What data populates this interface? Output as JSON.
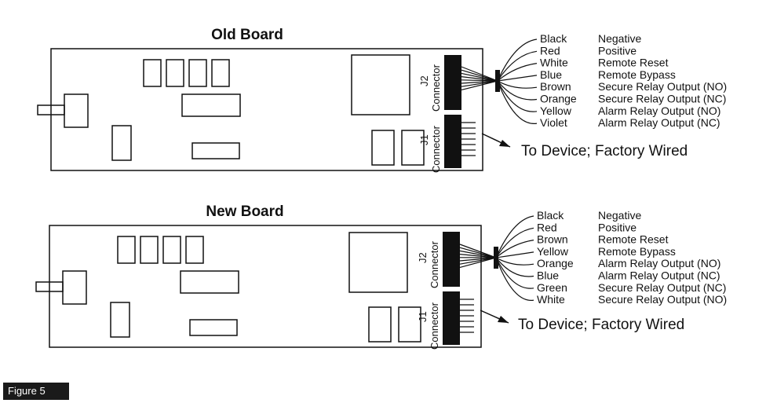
{
  "old_board": {
    "title": "Old Board",
    "connector_top": "Connector",
    "connector_top_id": "J2",
    "connector_bottom": "Connector",
    "connector_bottom_id": "J1",
    "callout": "To Device; Factory Wired",
    "wires": [
      {
        "color": "Black",
        "function": "Negative"
      },
      {
        "color": "Red",
        "function": "Positive"
      },
      {
        "color": "White",
        "function": "Remote Reset"
      },
      {
        "color": "Blue",
        "function": "Remote Bypass"
      },
      {
        "color": "Brown",
        "function": "Secure Relay Output (NO)"
      },
      {
        "color": "Orange",
        "function": "Secure Relay Output (NC)"
      },
      {
        "color": "Yellow",
        "function": "Alarm Relay Output (NO)"
      },
      {
        "color": "Violet",
        "function": "Alarm Relay Output (NC)"
      }
    ]
  },
  "new_board": {
    "title": "New Board",
    "connector_top": "Connector",
    "connector_top_id": "J2",
    "connector_bottom": "Connector",
    "connector_bottom_id": "J1",
    "callout": "To Device; Factory Wired",
    "wires": [
      {
        "color": "Black",
        "function": "Negative"
      },
      {
        "color": "Red",
        "function": "Positive"
      },
      {
        "color": "Brown",
        "function": "Remote Reset"
      },
      {
        "color": "Yellow",
        "function": "Remote Bypass"
      },
      {
        "color": "Orange",
        "function": "Alarm Relay Output (NO)"
      },
      {
        "color": "Blue",
        "function": "Alarm Relay Output (NC)"
      },
      {
        "color": "Green",
        "function": "Secure Relay Output (NC)"
      },
      {
        "color": "White",
        "function": "Secure Relay Output (NO)"
      }
    ]
  },
  "caption": "Figure 5"
}
